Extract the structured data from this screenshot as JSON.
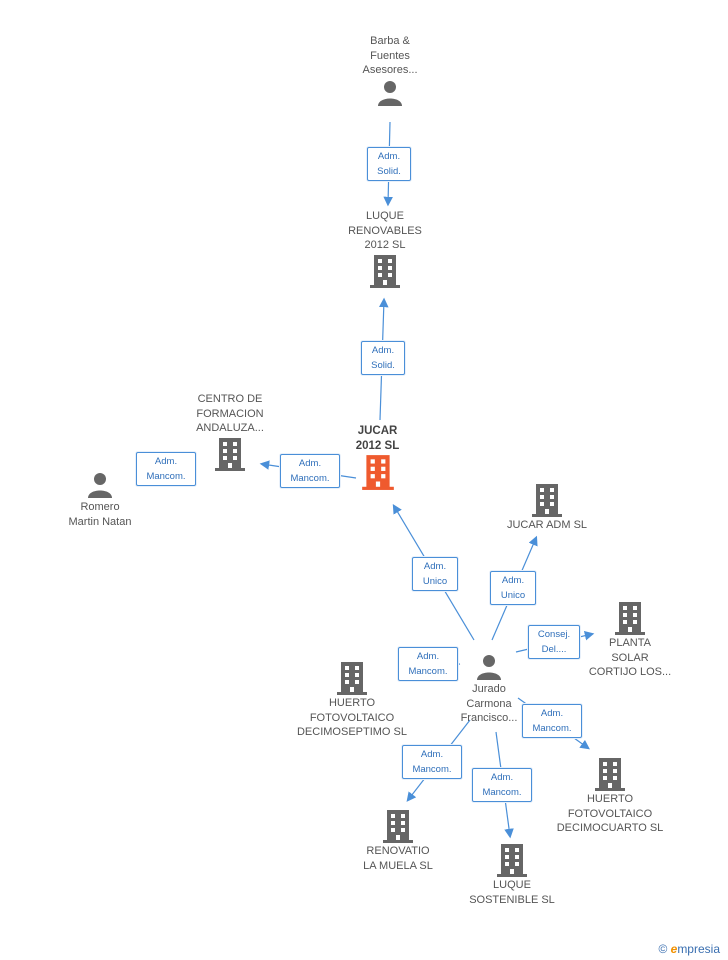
{
  "colors": {
    "edge": "#4a8fd8",
    "node_icon": "#666666",
    "center_icon": "#ef5a2e"
  },
  "nodes": {
    "barba": {
      "label": "Barba &\nFuentes\nAsesores...",
      "type": "person"
    },
    "luque_ren": {
      "label": "LUQUE\nRENOVABLES\n2012 SL",
      "type": "company"
    },
    "jucar": {
      "label": "JUCAR\n2012 SL",
      "type": "company-center"
    },
    "centro": {
      "label": "CENTRO DE\nFORMACION\nANDALUZA...",
      "type": "company"
    },
    "romero": {
      "label": "Romero\nMartin Natan",
      "type": "person"
    },
    "jucar_adm": {
      "label": "JUCAR ADM SL",
      "type": "company"
    },
    "planta": {
      "label": "PLANTA\nSOLAR\nCORTIJO LOS...",
      "type": "company"
    },
    "jurado": {
      "label": "Jurado\nCarmona\nFrancisco...",
      "type": "person"
    },
    "huerto17": {
      "label": "HUERTO\nFOTOVOLTAICO\nDECIMOSEPTIMO SL",
      "type": "company"
    },
    "huerto14": {
      "label": "HUERTO\nFOTOVOLTAICO\nDECIMOCUARTO SL",
      "type": "company"
    },
    "renovatio": {
      "label": "RENOVATIO\nLA MUELA SL",
      "type": "company"
    },
    "luque_sos": {
      "label": "LUQUE\nSOSTENIBLE SL",
      "type": "company"
    }
  },
  "badges": {
    "b1": "Adm.\nSolid.",
    "b2": "Adm.\nSolid.",
    "b3": "Adm.\nMancom.",
    "b4": "Adm.\nMancom.",
    "b5": "Adm.\nUnico",
    "b6": "Adm.\nUnico",
    "b7": "Consej.\nDel....",
    "b8": "Adm.\nMancom.",
    "b9": "Adm.\nMancom.",
    "b10": "Adm.\nMancom.",
    "b11": "Adm.\nMancom."
  },
  "footer": {
    "copyright": "©",
    "brand_initial": "e",
    "brand_rest": "mpresia"
  }
}
